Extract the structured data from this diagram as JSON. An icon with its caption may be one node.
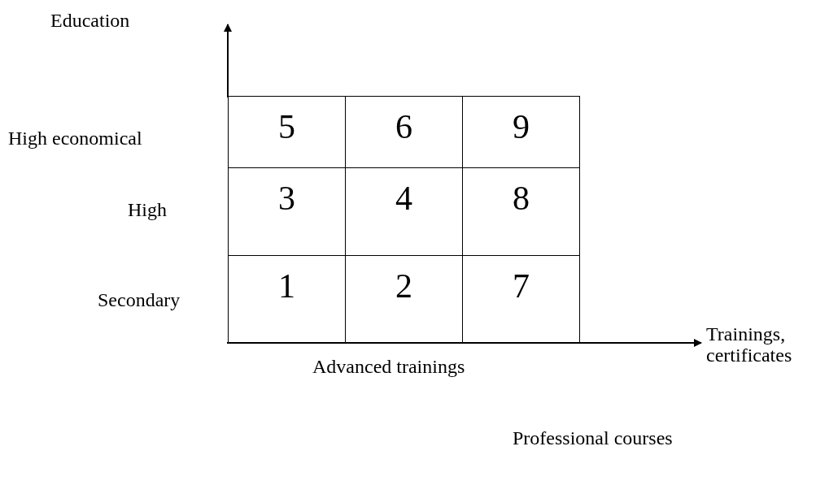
{
  "diagram": {
    "nodes": [
      {
        "text": [
          "5"
        ]
      },
      {
        "text": [
          "6"
        ]
      },
      {
        "text": [
          "9"
        ]
      },
      {
        "text": [
          "3"
        ]
      },
      {
        "text": [
          "4"
        ]
      },
      {
        "text": [
          "8"
        ]
      },
      {
        "text": [
          "1"
        ]
      },
      {
        "text": [
          "2"
        ]
      },
      {
        "text": [
          "7"
        ]
      }
    ],
    "labels": [
      "Education",
      "High economical",
      "High",
      "Secondary",
      "Trainings, certificates",
      "Advanced trainings",
      "Professional courses"
    ]
  }
}
